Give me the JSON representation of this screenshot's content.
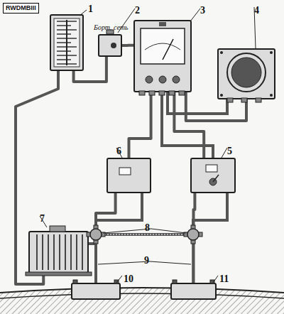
{
  "diagram": {
    "nodes": [
      {
        "text": [
          "1"
        ]
      },
      {
        "text": [
          "2",
          "Борт. сеть"
        ]
      },
      {
        "text": [
          "3"
        ]
      },
      {
        "text": [
          "4"
        ]
      },
      {
        "text": [
          "6"
        ]
      },
      {
        "text": [
          "5"
        ]
      },
      {
        "text": [
          "7"
        ]
      },
      {
        "text": [
          "10"
        ]
      },
      {
        "text": [
          "11"
        ]
      }
    ],
    "edges": [
      {
        "from": 0,
        "to": 1,
        "arrow": "none"
      },
      {
        "from": 0,
        "to": 6,
        "arrow": "none"
      },
      {
        "from": 1,
        "to": 2,
        "arrow": "none"
      },
      {
        "from": 2,
        "to": 3,
        "arrow": "none"
      },
      {
        "from": 2,
        "to": 5,
        "arrow": "none"
      },
      {
        "from": 2,
        "to": 4,
        "arrow": "none"
      },
      {
        "from": 4,
        "to": 7,
        "arrow": "none"
      },
      {
        "from": 5,
        "to": 8,
        "arrow": "none"
      },
      {
        "from": 6,
        "to": 7,
        "arrow": "none"
      }
    ],
    "labels": [
      "RWDMBIII",
      "8",
      "9"
    ]
  }
}
